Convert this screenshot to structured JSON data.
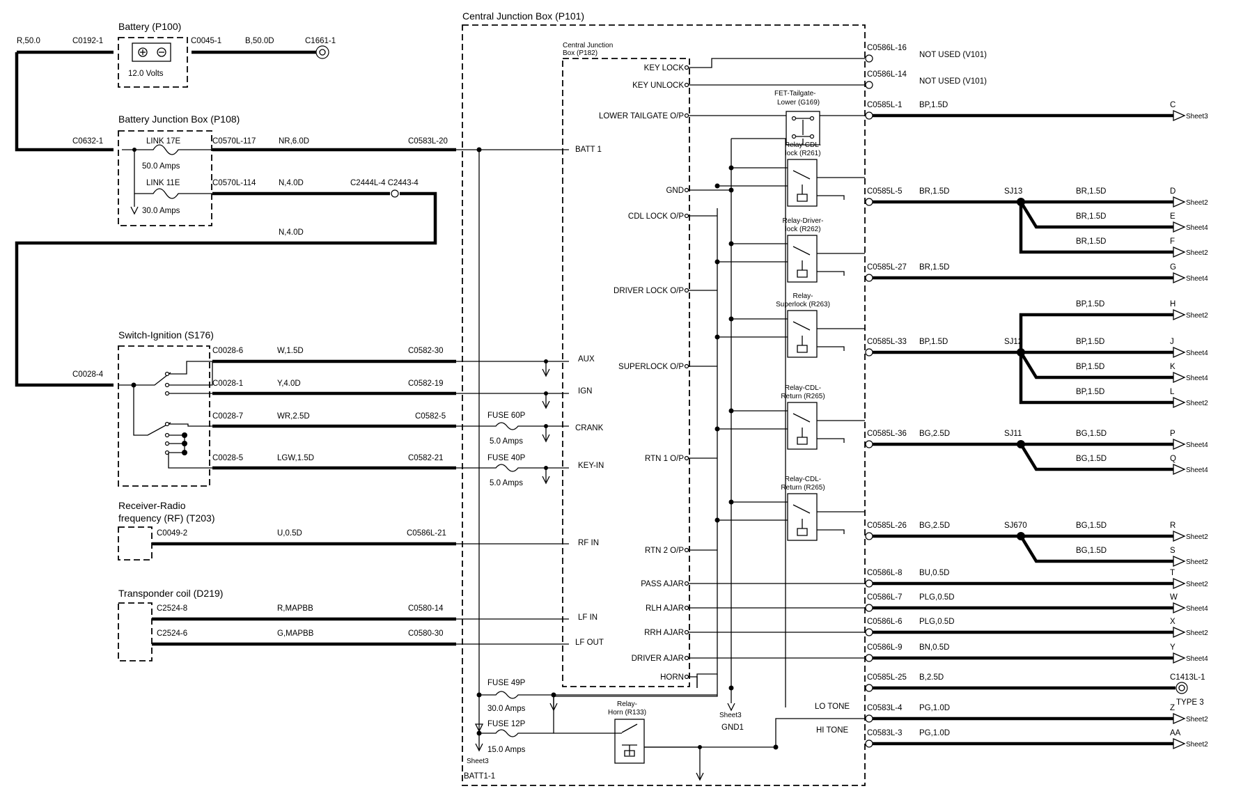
{
  "components": {
    "battery": {
      "title": "Battery (P100)",
      "voltage": "12.0 Volts",
      "in_conn": "C0192-1",
      "out_conn": "C0045-1",
      "out_wire": "B,50.0D",
      "ground_conn": "C1661-1",
      "feed": "R,50.0"
    },
    "bjb": {
      "title": "Battery Junction Box (P108)",
      "in_conn": "C0632-1",
      "link1": "LINK 17E",
      "link1_amps": "50.0 Amps",
      "link2": "LINK 11E",
      "link2_amps": "30.0 Amps",
      "out1_conn": "C0570L-117",
      "out1_wire": "NR,6.0D",
      "out2_conn": "C0570L-114",
      "out2_wire": "N,4.0D",
      "splice": "C2444L-4 C2443-4",
      "return_wire": "N,4.0D"
    },
    "ignition": {
      "title": "Switch-Ignition (S176)",
      "in_conn": "C0028-4",
      "rows": [
        {
          "conn": "C0028-6",
          "wire": "W,1.5D",
          "cjb_conn": "C0582-30",
          "pin": "AUX"
        },
        {
          "conn": "C0028-1",
          "wire": "Y,4.0D",
          "cjb_conn": "C0582-19",
          "pin": "IGN"
        },
        {
          "conn": "C0028-7",
          "wire": "WR,2.5D",
          "cjb_conn": "C0582-5",
          "pin": "CRANK",
          "fuse": "FUSE 60P",
          "fuse_amps": "5.0 Amps"
        },
        {
          "conn": "C0028-5",
          "wire": "LGW,1.5D",
          "cjb_conn": "C0582-21",
          "pin": "KEY-IN",
          "fuse": "FUSE 40P",
          "fuse_amps": "5.0 Amps"
        }
      ]
    },
    "receiver": {
      "title1": "Receiver-Radio",
      "title2": "frequency (RF) (T203)",
      "conn": "C0049-2",
      "wire": "U,0.5D",
      "cjb_conn": "C0586L-21",
      "pin": "RF IN"
    },
    "transponder": {
      "title": "Transponder coil (D219)",
      "rows": [
        {
          "conn": "C2524-8",
          "wire": "R,MAPBB",
          "cjb_conn": "C0580-14",
          "pin": "LF IN"
        },
        {
          "conn": "C2524-6",
          "wire": "G,MAPBB",
          "cjb_conn": "C0580-30",
          "pin": "LF OUT"
        }
      ]
    }
  },
  "cjb": {
    "title": "Central Junction Box (P101)",
    "inner_title1": "Central Junction",
    "inner_title2": "Box (P182)",
    "batt_pin": "BATT 1",
    "batt_conn": "C0583L-20",
    "inner_pins": [
      "KEY LOCK",
      "KEY UNLOCK",
      "LOWER TAILGATE O/P",
      "GND",
      "CDL LOCK O/P",
      "DRIVER LOCK O/P",
      "SUPERLOCK O/P",
      "RTN 1 O/P",
      "RTN 2 O/P",
      "PASS AJAR",
      "RLH AJAR",
      "RRH AJAR",
      "DRIVER AJAR",
      "HORN"
    ],
    "fet": {
      "title1": "FET-Tailgate-",
      "title2": "Lower (G169)"
    },
    "relays": [
      {
        "t1": "Relay-CDL-",
        "t2": "lock (R261)"
      },
      {
        "t1": "Relay-Driver-",
        "t2": "lock (R262)"
      },
      {
        "t1": "Relay-",
        "t2": "Superlock (R263)"
      },
      {
        "t1": "Relay-CDL-",
        "t2": "Return (R265)"
      },
      {
        "t1": "Relay-CDL-",
        "t2": "Return (R265)"
      }
    ],
    "horn_relay": {
      "t1": "Relay-",
      "t2": "Horn (R133)"
    },
    "fuse49": {
      "label": "FUSE 49P",
      "amps": "30.0 Amps"
    },
    "fuse12": {
      "label": "FUSE 12P",
      "amps": "15.0 Amps"
    },
    "lo_tone": "LO TONE",
    "hi_tone": "HI TONE",
    "gnd_ref": "Sheet3",
    "gnd_label": "GND1",
    "batt_ref": "Sheet3",
    "batt_label": "BATT1-1"
  },
  "outputs": [
    {
      "conn": "C0586L-16",
      "wire": "NOT USED (V101)"
    },
    {
      "conn": "C0586L-14",
      "wire": "NOT USED (V101)"
    },
    {
      "conn": "C0585L-1",
      "wire": "BP,1.5D",
      "letter": "C",
      "sheet": "Sheet3"
    },
    {
      "conn": "C0585L-5",
      "wire": "BR,1.5D",
      "splice": "SJ13",
      "branches": [
        {
          "wire": "BR,1.5D",
          "letter": "D",
          "sheet": "Sheet2"
        },
        {
          "wire": "BR,1.5D",
          "letter": "E",
          "sheet": "Sheet4"
        },
        {
          "wire": "BR,1.5D",
          "letter": "F",
          "sheet": "Sheet2"
        }
      ]
    },
    {
      "conn": "C0585L-27",
      "wire": "BR,1.5D",
      "letter": "G",
      "sheet": "Sheet4"
    },
    {
      "conn": "C0585L-33",
      "wire": "BP,1.5D",
      "splice": "SJ12",
      "branches": [
        {
          "wire": "BP,1.5D",
          "letter": "H",
          "sheet": "Sheet2"
        },
        {
          "wire": "BP,1.5D",
          "letter": "J",
          "sheet": "Sheet4"
        },
        {
          "wire": "BP,1.5D",
          "letter": "K",
          "sheet": "Sheet4"
        },
        {
          "wire": "BP,1.5D",
          "letter": "L",
          "sheet": "Sheet2"
        }
      ]
    },
    {
      "conn": "C0585L-36",
      "wire": "BG,2.5D",
      "splice": "SJ11",
      "branches": [
        {
          "wire": "BG,1.5D",
          "letter": "P",
          "sheet": "Sheet4"
        },
        {
          "wire": "BG,1.5D",
          "letter": "Q",
          "sheet": "Sheet4"
        }
      ]
    },
    {
      "conn": "C0585L-26",
      "wire": "BG,2.5D",
      "splice": "SJ670",
      "branches": [
        {
          "wire": "BG,1.5D",
          "letter": "R",
          "sheet": "Sheet2"
        },
        {
          "wire": "BG,1.5D",
          "letter": "S",
          "sheet": "Sheet2"
        }
      ]
    },
    {
      "conn": "C0586L-8",
      "wire": "BU,0.5D",
      "letter": "T",
      "sheet": "Sheet2"
    },
    {
      "conn": "C0586L-7",
      "wire": "PLG,0.5D",
      "letter": "W",
      "sheet": "Sheet4"
    },
    {
      "conn": "C0586L-6",
      "wire": "PLG,0.5D",
      "letter": "X",
      "sheet": "Sheet2"
    },
    {
      "conn": "C0586L-9",
      "wire": "BN,0.5D",
      "letter": "Y",
      "sheet": "Sheet4"
    },
    {
      "conn": "C0585L-25",
      "wire": "B,2.5D",
      "end_conn": "C1413L-1",
      "end_label": "TYPE 3"
    },
    {
      "conn": "C0583L-4",
      "wire": "PG,1.0D",
      "letter": "Z",
      "sheet": "Sheet2"
    },
    {
      "conn": "C0583L-3",
      "wire": "PG,1.0D",
      "letter": "AA",
      "sheet": "Sheet2"
    }
  ]
}
